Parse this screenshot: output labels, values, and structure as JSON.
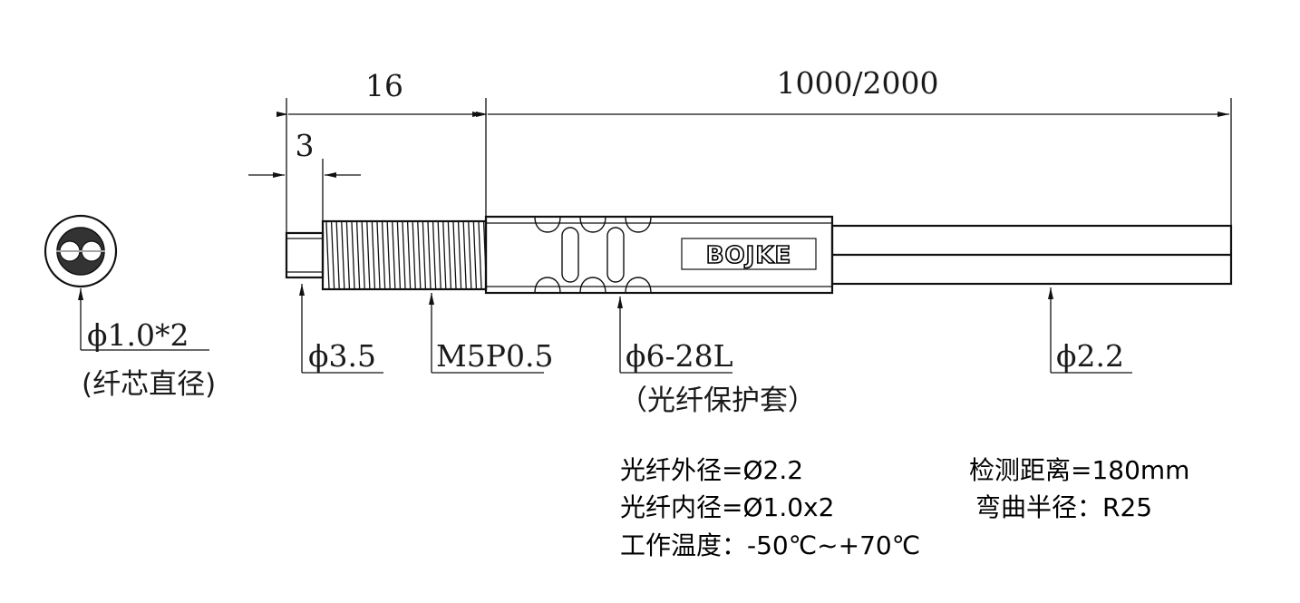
{
  "dimensions": {
    "length_16": "16",
    "length_fiber": "1000/2000",
    "length_3": "3"
  },
  "callouts": {
    "core_diameter": "ϕ1.0*2",
    "core_diameter_note": "(纤芯直径)",
    "tip_diameter": "ϕ3.5",
    "thread": "M5P0.5",
    "sleeve": "ϕ6-28L",
    "sleeve_note": "（光纤保护套）",
    "fiber_diameter": "ϕ2.2"
  },
  "brand": "BOJKE",
  "specs": {
    "outer_diameter": "光纤外径=Ø2.2",
    "inner_diameter": "光纤内径=Ø1.0x2",
    "temperature": "工作温度：-50℃~+70℃",
    "detect_distance": "检测距离=180mm",
    "bend_radius": "弯曲半径：R25"
  },
  "colors": {
    "line": "#111111",
    "background": "#ffffff"
  }
}
